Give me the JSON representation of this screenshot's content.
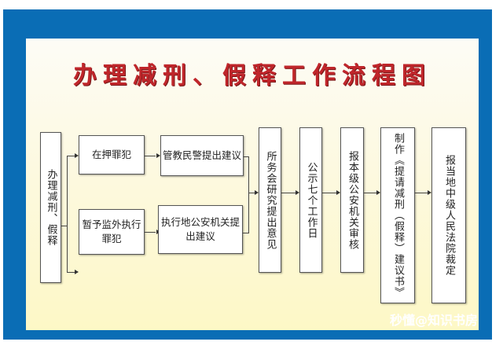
{
  "title": "办理减刑、假释工作流程图",
  "watermark": "秒懂@知识书房",
  "colors": {
    "frame": "#0a6db5",
    "title": "#c0262b",
    "panel": "#fdf8c6"
  },
  "flow": {
    "start": "办理减刑、假释",
    "branch_top": {
      "subject": "在押罪犯",
      "proposal": "管教民警提出建议"
    },
    "branch_bottom": {
      "subject": "暂予监外执行罪犯",
      "proposal": "执行地公安机关提出建议"
    },
    "steps": [
      "所务会研究提出意见",
      "公示七个工作日",
      "报本级公安机关审核",
      "制作《提请减刑（假释）建议书》",
      "报当地中级人民法院裁定"
    ]
  }
}
